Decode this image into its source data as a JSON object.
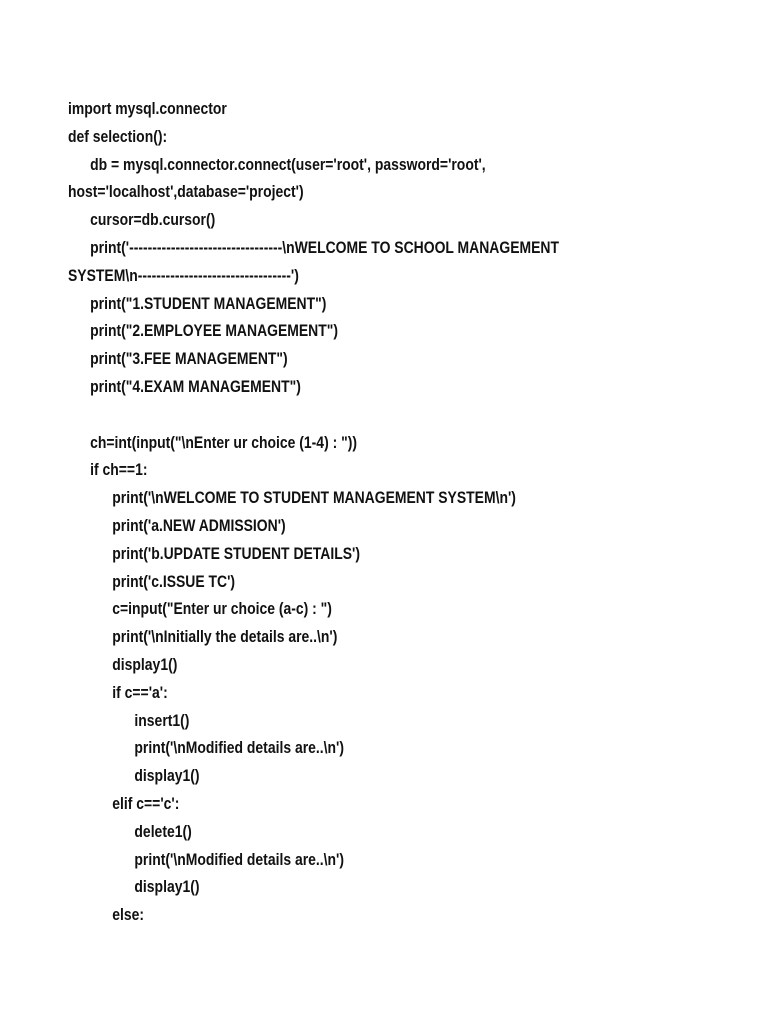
{
  "document": {
    "lines": [
      {
        "text": "import mysql.connector",
        "indent": 0
      },
      {
        "text": "def selection():",
        "indent": 0
      },
      {
        "text": "db = mysql.connector.connect(user='root', password='root',",
        "indent": 1
      },
      {
        "text": "host='localhost',database='project')",
        "indent": 0
      },
      {
        "text": "cursor=db.cursor()",
        "indent": 1
      },
      {
        "text": "print('---------------------------------\\nWELCOME TO SCHOOL MANAGEMENT",
        "indent": 1
      },
      {
        "text": "SYSTEM\\n---------------------------------')",
        "indent": 0
      },
      {
        "text": "print(\"1.STUDENT MANAGEMENT\")",
        "indent": 1
      },
      {
        "text": "print(\"2.EMPLOYEE MANAGEMENT\")",
        "indent": 1
      },
      {
        "text": "print(\"3.FEE MANAGEMENT\")",
        "indent": 1
      },
      {
        "text": "print(\"4.EXAM MANAGEMENT\")",
        "indent": 1
      },
      {
        "text": "",
        "indent": 0
      },
      {
        "text": "ch=int(input(\"\\nEnter ur choice (1-4) : \"))",
        "indent": 1
      },
      {
        "text": "if ch==1:",
        "indent": 1
      },
      {
        "text": "print('\\nWELCOME TO STUDENT MANAGEMENT SYSTEM\\n')",
        "indent": 2
      },
      {
        "text": "print('a.NEW ADMISSION')",
        "indent": 2
      },
      {
        "text": "print('b.UPDATE STUDENT DETAILS')",
        "indent": 2
      },
      {
        "text": "print('c.ISSUE TC')",
        "indent": 2
      },
      {
        "text": "c=input(\"Enter ur choice (a-c) : \")",
        "indent": 2
      },
      {
        "text": "print('\\nInitially the details are..\\n')",
        "indent": 2
      },
      {
        "text": "display1()",
        "indent": 2
      },
      {
        "text": "if c=='a':",
        "indent": 2
      },
      {
        "text": "insert1()",
        "indent": 3
      },
      {
        "text": "print('\\nModified details are..\\n')",
        "indent": 3
      },
      {
        "text": "display1()",
        "indent": 3
      },
      {
        "text": "elif c=='c':",
        "indent": 2
      },
      {
        "text": "delete1()",
        "indent": 3
      },
      {
        "text": "print('\\nModified details are..\\n')",
        "indent": 3
      },
      {
        "text": "display1()",
        "indent": 3
      },
      {
        "text": "else:",
        "indent": 2
      }
    ]
  }
}
